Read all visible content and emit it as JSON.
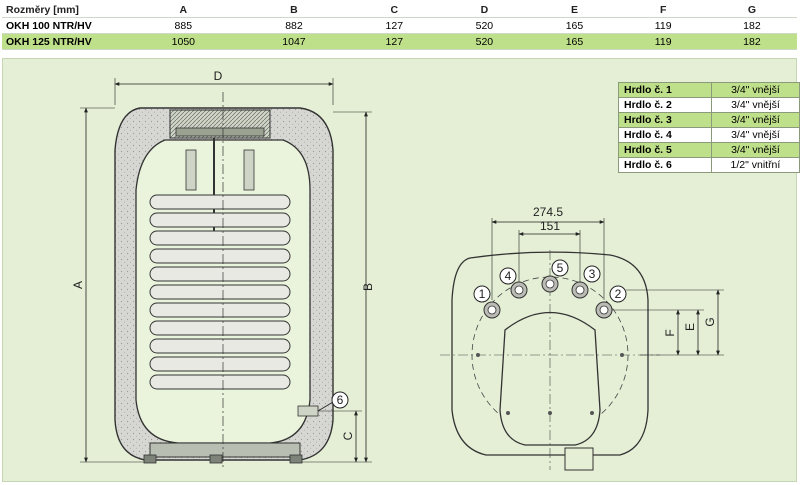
{
  "table": {
    "headers": [
      "Rozměry [mm]",
      "A",
      "B",
      "C",
      "D",
      "E",
      "F",
      "G"
    ],
    "rows": [
      {
        "model": "OKH 100 NTR/HV",
        "values": [
          "885",
          "882",
          "127",
          "520",
          "165",
          "119",
          "182"
        ]
      },
      {
        "model": "OKH 125 NTR/HV",
        "values": [
          "1050",
          "1047",
          "127",
          "520",
          "165",
          "119",
          "182"
        ]
      }
    ]
  },
  "legend": [
    {
      "name": "Hrdlo č. 1",
      "value": "3/4\" vnější"
    },
    {
      "name": "Hrdlo č. 2",
      "value": "3/4\" vnější"
    },
    {
      "name": "Hrdlo č. 3",
      "value": "3/4\" vnější"
    },
    {
      "name": "Hrdlo č. 4",
      "value": "3/4\" vnější"
    },
    {
      "name": "Hrdlo č. 5",
      "value": "3/4\" vnější"
    },
    {
      "name": "Hrdlo č. 6",
      "value": "1/2\" vnitřní"
    }
  ],
  "drawing": {
    "dim_D": "D",
    "dim_A": "A",
    "dim_B": "B",
    "dim_C": "C",
    "dim_E": "E",
    "dim_F": "F",
    "dim_G": "G",
    "dim_outer": "274.5",
    "dim_inner": "151",
    "port_1": "1",
    "port_2": "2",
    "port_3": "3",
    "port_4": "4",
    "port_5": "5",
    "port_6": "6"
  },
  "colors": {
    "row_highlight": "#bfe08a",
    "panel_background": "#e4efd6",
    "insulation": "#d8d8d8",
    "tank": "#eaf4dc"
  }
}
